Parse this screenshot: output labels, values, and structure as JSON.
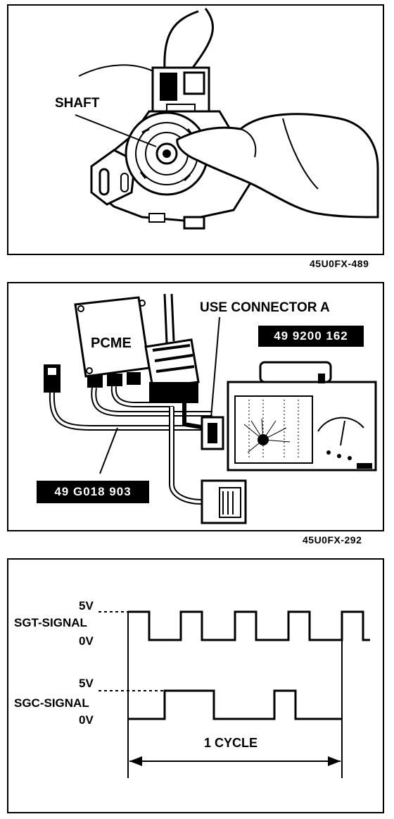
{
  "panels": {
    "top": {
      "callout": "SHAFT",
      "figure_code": "45U0FX-489"
    },
    "middle": {
      "callout": "USE CONNECTOR A",
      "module_label": "PCME",
      "tool_part_number": "49 9200 162",
      "harness_part_number": "49 G018 903",
      "figure_code": "45U0FX-292"
    },
    "bottom": {
      "sgt_signal_label": "SGT-SIGNAL",
      "sgc_signal_label": "SGC-SIGNAL",
      "sgt_high": "5V",
      "sgt_low": "0V",
      "sgc_high": "5V",
      "sgc_low": "0V",
      "cycle_label": "1 CYCLE"
    }
  }
}
